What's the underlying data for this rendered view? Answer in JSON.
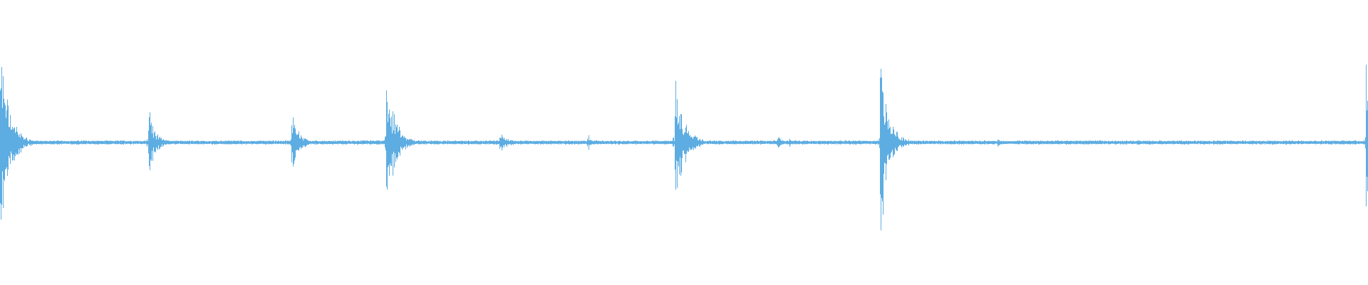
{
  "waveform": {
    "color": "#5DADE2",
    "background": "#FFFFFF",
    "onsets": [
      {
        "t": 0.0,
        "amp": 0.78,
        "decay": 0.55
      },
      {
        "t": 0.108,
        "amp": 0.3,
        "decay": 0.45
      },
      {
        "t": 0.213,
        "amp": 0.24,
        "decay": 0.45
      },
      {
        "t": 0.282,
        "amp": 0.52,
        "decay": 0.55
      },
      {
        "t": 0.365,
        "amp": 0.1,
        "decay": 0.5
      },
      {
        "t": 0.429,
        "amp": 0.07,
        "decay": 0.4
      },
      {
        "t": 0.493,
        "amp": 0.55,
        "decay": 0.55
      },
      {
        "t": 0.568,
        "amp": 0.07,
        "decay": 0.25
      },
      {
        "t": 0.577,
        "amp": 0.04,
        "decay": 0.2
      },
      {
        "t": 0.643,
        "amp": 0.78,
        "decay": 0.5
      },
      {
        "t": 0.729,
        "amp": 0.04,
        "decay": 0.25
      },
      {
        "t": 0.998,
        "amp": 0.9,
        "decay": 0.55
      }
    ]
  }
}
